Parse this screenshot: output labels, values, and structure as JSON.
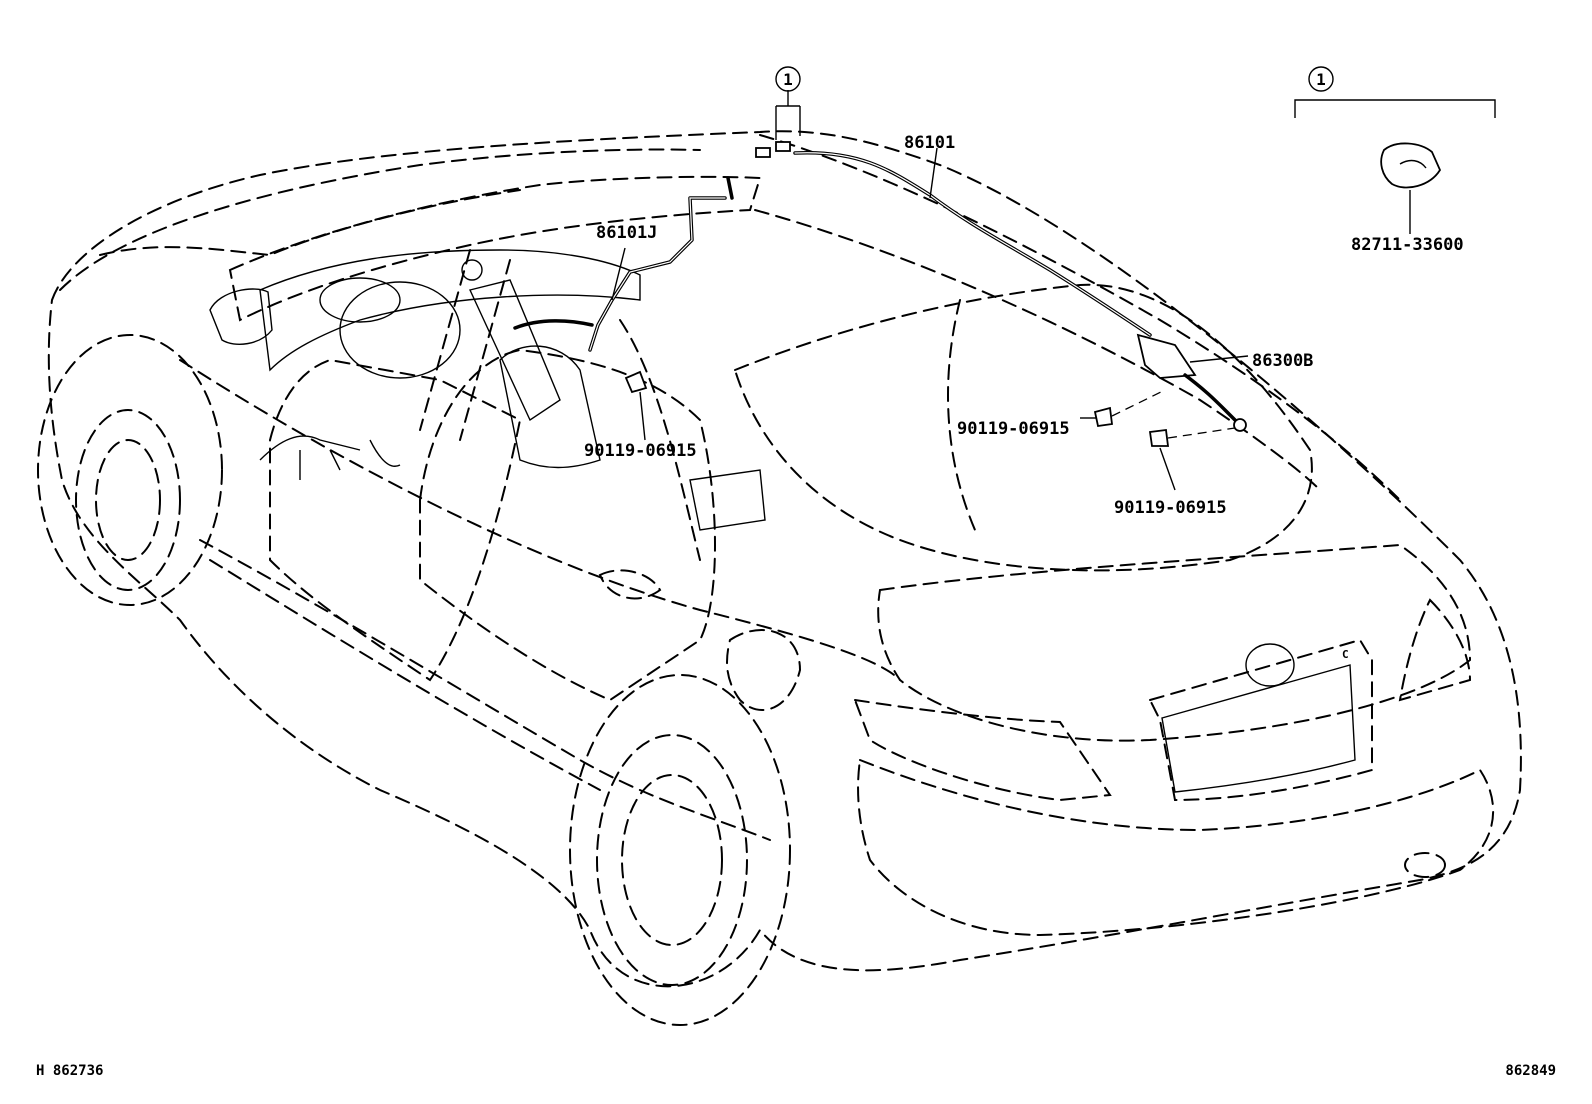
{
  "callouts": {
    "antenna_wire": "86101",
    "front_cord": "86101J",
    "amplifier": "86300B",
    "clip_pillar": "90119-06915",
    "clip_amp_left": "90119-06915",
    "clip_amp_bottom": "90119-06915",
    "clamp": "82711-33600"
  },
  "ref_marks": {
    "roof_ref": "1",
    "inset_ref": "1"
  },
  "footer": {
    "left_code": "H 862736",
    "right_code": "862849"
  }
}
